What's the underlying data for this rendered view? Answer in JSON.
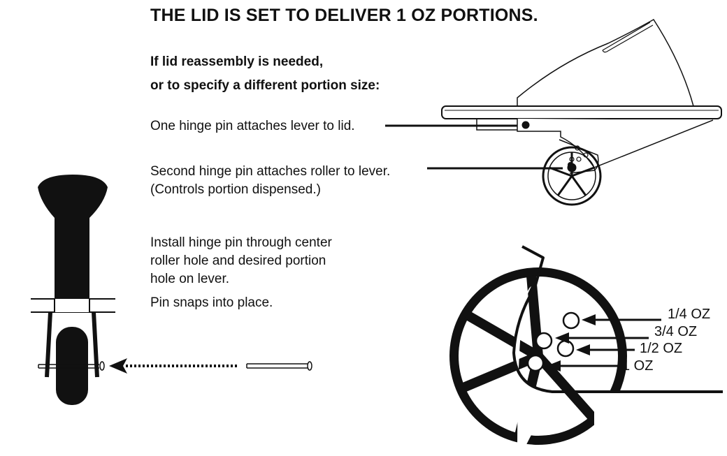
{
  "title": "THE LID IS SET TO DELIVER 1 OZ PORTIONS.",
  "subtitle": {
    "line1": "If lid reassembly is needed,",
    "line2": "or to specify a different portion size:"
  },
  "notes": {
    "hinge_lever": "One hinge pin attaches lever to lid.",
    "hinge_roller_1": "Second hinge pin attaches roller to lever.",
    "hinge_roller_2": "(Controls portion dispensed.)",
    "install_1": "Install hinge pin through center",
    "install_2": "roller hole and desired portion",
    "install_3": "hole on lever.",
    "snap": "Pin snaps into place."
  },
  "portion_labels": [
    "1/4 OZ",
    "3/4 OZ",
    "1/2 OZ",
    "1 OZ"
  ]
}
